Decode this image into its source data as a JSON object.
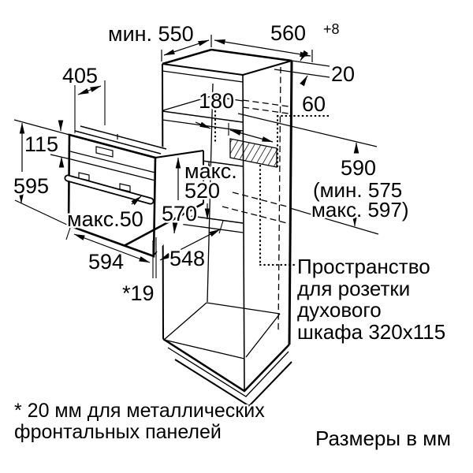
{
  "diagram": {
    "kind": "oven installation drawing",
    "units_note": "Размеры в мм",
    "colors": {
      "line": "#000000",
      "background": "#ffffff"
    }
  },
  "dimensions": {
    "niche_depth": "мин. 550",
    "niche_width": "560",
    "niche_width_tolerance": "+8",
    "back_top_gap": "20",
    "socket_offset": "60",
    "shelf_depth": "180",
    "oven_top_depth": "405",
    "control_panel_height": "115",
    "oven_height": "595",
    "door_max": "макс.50",
    "niche_inner_max_label": "макс.",
    "niche_inner_max_value": "520",
    "inner_height": "570",
    "oven_width": "594",
    "oven_depth": "548",
    "door_protrusion": "*19",
    "niche_height": "590",
    "niche_height_min": "(мин. 575",
    "niche_height_max": "макс. 597)"
  },
  "socket_note": {
    "line1": "Пространство",
    "line2": "для розетки",
    "line3": "духового",
    "line4": "шкафа 320x115"
  },
  "footnote": {
    "line1": "* 20 мм для металлических",
    "line2": "фронтальных панелей"
  }
}
